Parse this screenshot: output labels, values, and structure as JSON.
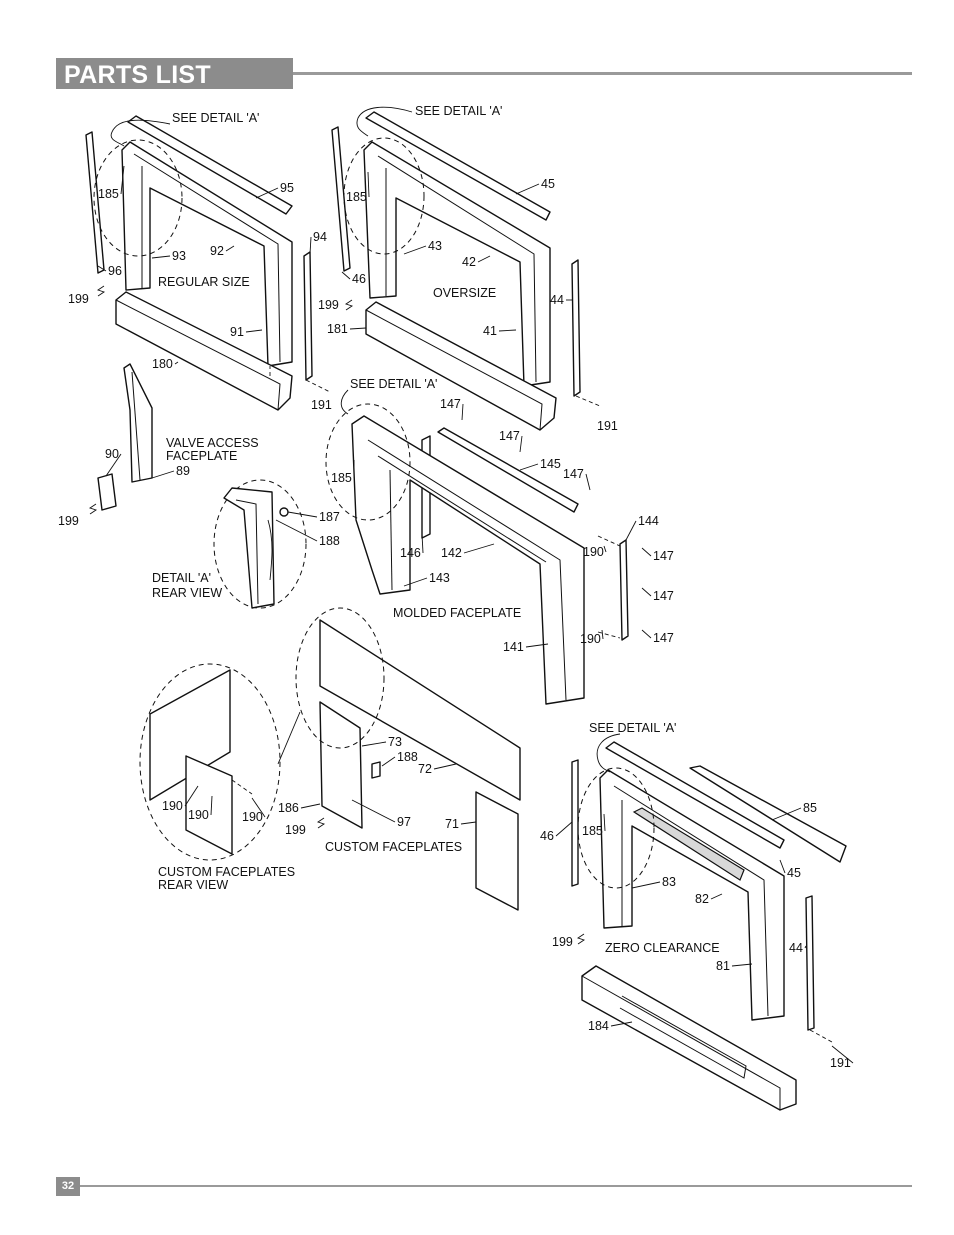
{
  "header": {
    "title": "PARTS LIST"
  },
  "footer": {
    "page_number": "32"
  },
  "captions": {
    "regular_size": "REGULAR SIZE",
    "oversize": "OVERSIZE",
    "valve_access_1": "VALVE ACCESS",
    "valve_access_2": "FACEPLATE",
    "detail_a_1": "DETAIL 'A'",
    "detail_a_2": "REAR VIEW",
    "molded": "MOLDED FACEPLATE",
    "custom": "CUSTOM FACEPLATES",
    "custom_rear_1": "CUSTOM FACEPLATES",
    "custom_rear_2": "REAR VIEW",
    "zero_clearance": "ZERO CLEARANCE",
    "see_detail": "SEE DETAIL 'A'"
  },
  "labels": [
    {
      "id": "l185a",
      "text": "185"
    },
    {
      "id": "l96",
      "text": "96"
    },
    {
      "id": "l93",
      "text": "93"
    },
    {
      "id": "l92",
      "text": "92"
    },
    {
      "id": "l95",
      "text": "95"
    },
    {
      "id": "l199a",
      "text": "199"
    },
    {
      "id": "l91",
      "text": "91"
    },
    {
      "id": "l180",
      "text": "180"
    },
    {
      "id": "l94",
      "text": "94"
    },
    {
      "id": "l191a",
      "text": "191"
    },
    {
      "id": "l185b",
      "text": "185"
    },
    {
      "id": "l45a",
      "text": "45"
    },
    {
      "id": "l43",
      "text": "43"
    },
    {
      "id": "l42",
      "text": "42"
    },
    {
      "id": "l46a",
      "text": "46"
    },
    {
      "id": "l199b",
      "text": "199"
    },
    {
      "id": "l181",
      "text": "181"
    },
    {
      "id": "l41",
      "text": "41"
    },
    {
      "id": "l44a",
      "text": "44"
    },
    {
      "id": "l191b",
      "text": "191"
    },
    {
      "id": "l90",
      "text": "90"
    },
    {
      "id": "l89",
      "text": "89"
    },
    {
      "id": "l199c",
      "text": "199"
    },
    {
      "id": "l187",
      "text": "187"
    },
    {
      "id": "l188a",
      "text": "188"
    },
    {
      "id": "l147a",
      "text": "147"
    },
    {
      "id": "l147b",
      "text": "147"
    },
    {
      "id": "l145",
      "text": "145"
    },
    {
      "id": "l147c",
      "text": "147"
    },
    {
      "id": "l185c",
      "text": "185"
    },
    {
      "id": "l146",
      "text": "146"
    },
    {
      "id": "l142",
      "text": "142"
    },
    {
      "id": "l143",
      "text": "143"
    },
    {
      "id": "l190a",
      "text": "190"
    },
    {
      "id": "l144",
      "text": "144"
    },
    {
      "id": "l147d",
      "text": "147"
    },
    {
      "id": "l147e",
      "text": "147"
    },
    {
      "id": "l147f",
      "text": "147"
    },
    {
      "id": "l190b",
      "text": "190"
    },
    {
      "id": "l141",
      "text": "141"
    },
    {
      "id": "l73",
      "text": "73"
    },
    {
      "id": "l188b",
      "text": "188"
    },
    {
      "id": "l72",
      "text": "72"
    },
    {
      "id": "l186",
      "text": "186"
    },
    {
      "id": "l97",
      "text": "97"
    },
    {
      "id": "l199d",
      "text": "199"
    },
    {
      "id": "l71",
      "text": "71"
    },
    {
      "id": "l190c",
      "text": "190"
    },
    {
      "id": "l190d",
      "text": "190"
    },
    {
      "id": "l190e",
      "text": "190"
    },
    {
      "id": "l46b",
      "text": "46"
    },
    {
      "id": "l185d",
      "text": "185"
    },
    {
      "id": "l83",
      "text": "83"
    },
    {
      "id": "l82",
      "text": "82"
    },
    {
      "id": "l85",
      "text": "85"
    },
    {
      "id": "l45b",
      "text": "45"
    },
    {
      "id": "l199e",
      "text": "199"
    },
    {
      "id": "l81",
      "text": "81"
    },
    {
      "id": "l44b",
      "text": "44"
    },
    {
      "id": "l184",
      "text": "184"
    },
    {
      "id": "l191c",
      "text": "191"
    }
  ]
}
